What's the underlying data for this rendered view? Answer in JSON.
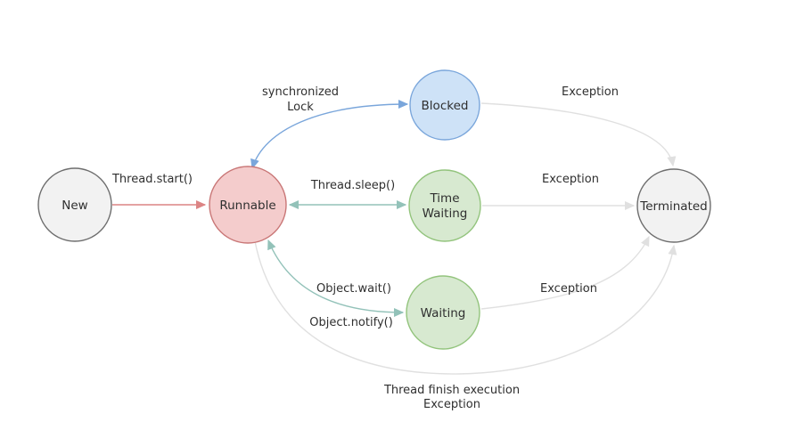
{
  "diagram": {
    "type": "state-diagram",
    "subject": "Java thread lifecycle states",
    "colors": {
      "background": "#ffffff",
      "text": "#2f2f2f",
      "gray_node_fill": "#f2f2f2",
      "gray_node_stroke": "#6e6e6e",
      "red_accent": "#dc8484",
      "blue_accent": "#7aa6db",
      "teal_accent": "#93c2b9",
      "gray_edge": "#e0e0e0"
    },
    "nodes": {
      "new": {
        "label": "New",
        "fill": "#f2f2f2",
        "stroke": "#6e6e6e"
      },
      "runnable": {
        "label": "Runnable",
        "fill": "#f4cccc",
        "stroke": "#c97777"
      },
      "blocked": {
        "label": "Blocked",
        "fill": "#cee2f7",
        "stroke": "#7aa6db"
      },
      "time_waiting": {
        "label_line1": "Time",
        "label_line2": "Waiting",
        "fill": "#d7e9d0",
        "stroke": "#93c47d"
      },
      "waiting": {
        "label": "Waiting",
        "fill": "#d7e9d0",
        "stroke": "#93c47d"
      },
      "terminated": {
        "label": "Terminated",
        "fill": "#f2f2f2",
        "stroke": "#6e6e6e"
      }
    },
    "edges": {
      "thread_start": {
        "label": "Thread.start()",
        "color": "#dc8484",
        "from": "New",
        "to": "Runnable",
        "direction": "one-way"
      },
      "synchronized_lock": {
        "label_line1": "synchronized",
        "label_line2": "Lock",
        "color": "#7aa6db",
        "from": "Runnable",
        "to": "Blocked",
        "direction": "two-way"
      },
      "thread_sleep": {
        "label": "Thread.sleep()",
        "color": "#93c2b9",
        "from": "Runnable",
        "to": "Time Waiting",
        "direction": "two-way"
      },
      "wait_notify": {
        "label_wait": "Object.wait()",
        "label_notify": "Object.notify()",
        "color": "#93c2b9",
        "from": "Runnable",
        "to": "Waiting",
        "direction": "two-way"
      },
      "blocked_exception": {
        "label": "Exception",
        "color": "#e0e0e0",
        "from": "Blocked",
        "to": "Terminated",
        "direction": "one-way"
      },
      "time_waiting_exception": {
        "label": "Exception",
        "color": "#e0e0e0",
        "from": "Time Waiting",
        "to": "Terminated",
        "direction": "one-way"
      },
      "waiting_exception": {
        "label": "Exception",
        "color": "#e0e0e0",
        "from": "Waiting",
        "to": "Terminated",
        "direction": "one-way"
      },
      "finish": {
        "label_line1": "Thread finish execution",
        "label_line2": "Exception",
        "color": "#e0e0e0",
        "from": "Runnable",
        "to": "Terminated",
        "direction": "one-way"
      }
    }
  }
}
